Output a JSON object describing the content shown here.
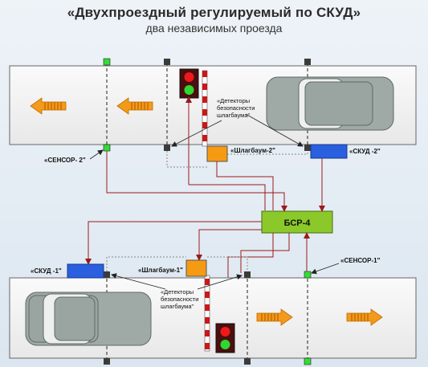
{
  "header": {
    "title": "«Двухпроездный регулируемый по СКУД»",
    "subtitle": "два независимых проезда"
  },
  "controller": {
    "label": "БСР-4"
  },
  "top_lane": {
    "sensor": "«СЕНСОР- 2\"",
    "barrier": "«Шлагбаум-2\"",
    "access": "«СКУД -2\"",
    "detectors": [
      "«Детекторы",
      "безопасности",
      "шлагбаума\""
    ]
  },
  "bottom_lane": {
    "sensor": "«СЕНСОР-1\"",
    "barrier": "«Шлагбаум-1\"",
    "access": "«СКУД -1\"",
    "detectors": [
      "«Детекторы",
      "безопасности",
      "шлагбаума\""
    ]
  },
  "colors": {
    "road": "#f3f3f3",
    "wire": "#9b1b1b",
    "barrier_box": "#f59a12",
    "access_box": "#2a5fe0",
    "controller": "#8bc82a",
    "arrow": "#f39a1a",
    "sensor_on": "#33dd33",
    "detector": "#3b3b3b"
  },
  "icons": [
    "arrow-left-icon",
    "arrow-right-icon",
    "car-icon",
    "traffic-light-icon",
    "barrier-pole-icon"
  ]
}
